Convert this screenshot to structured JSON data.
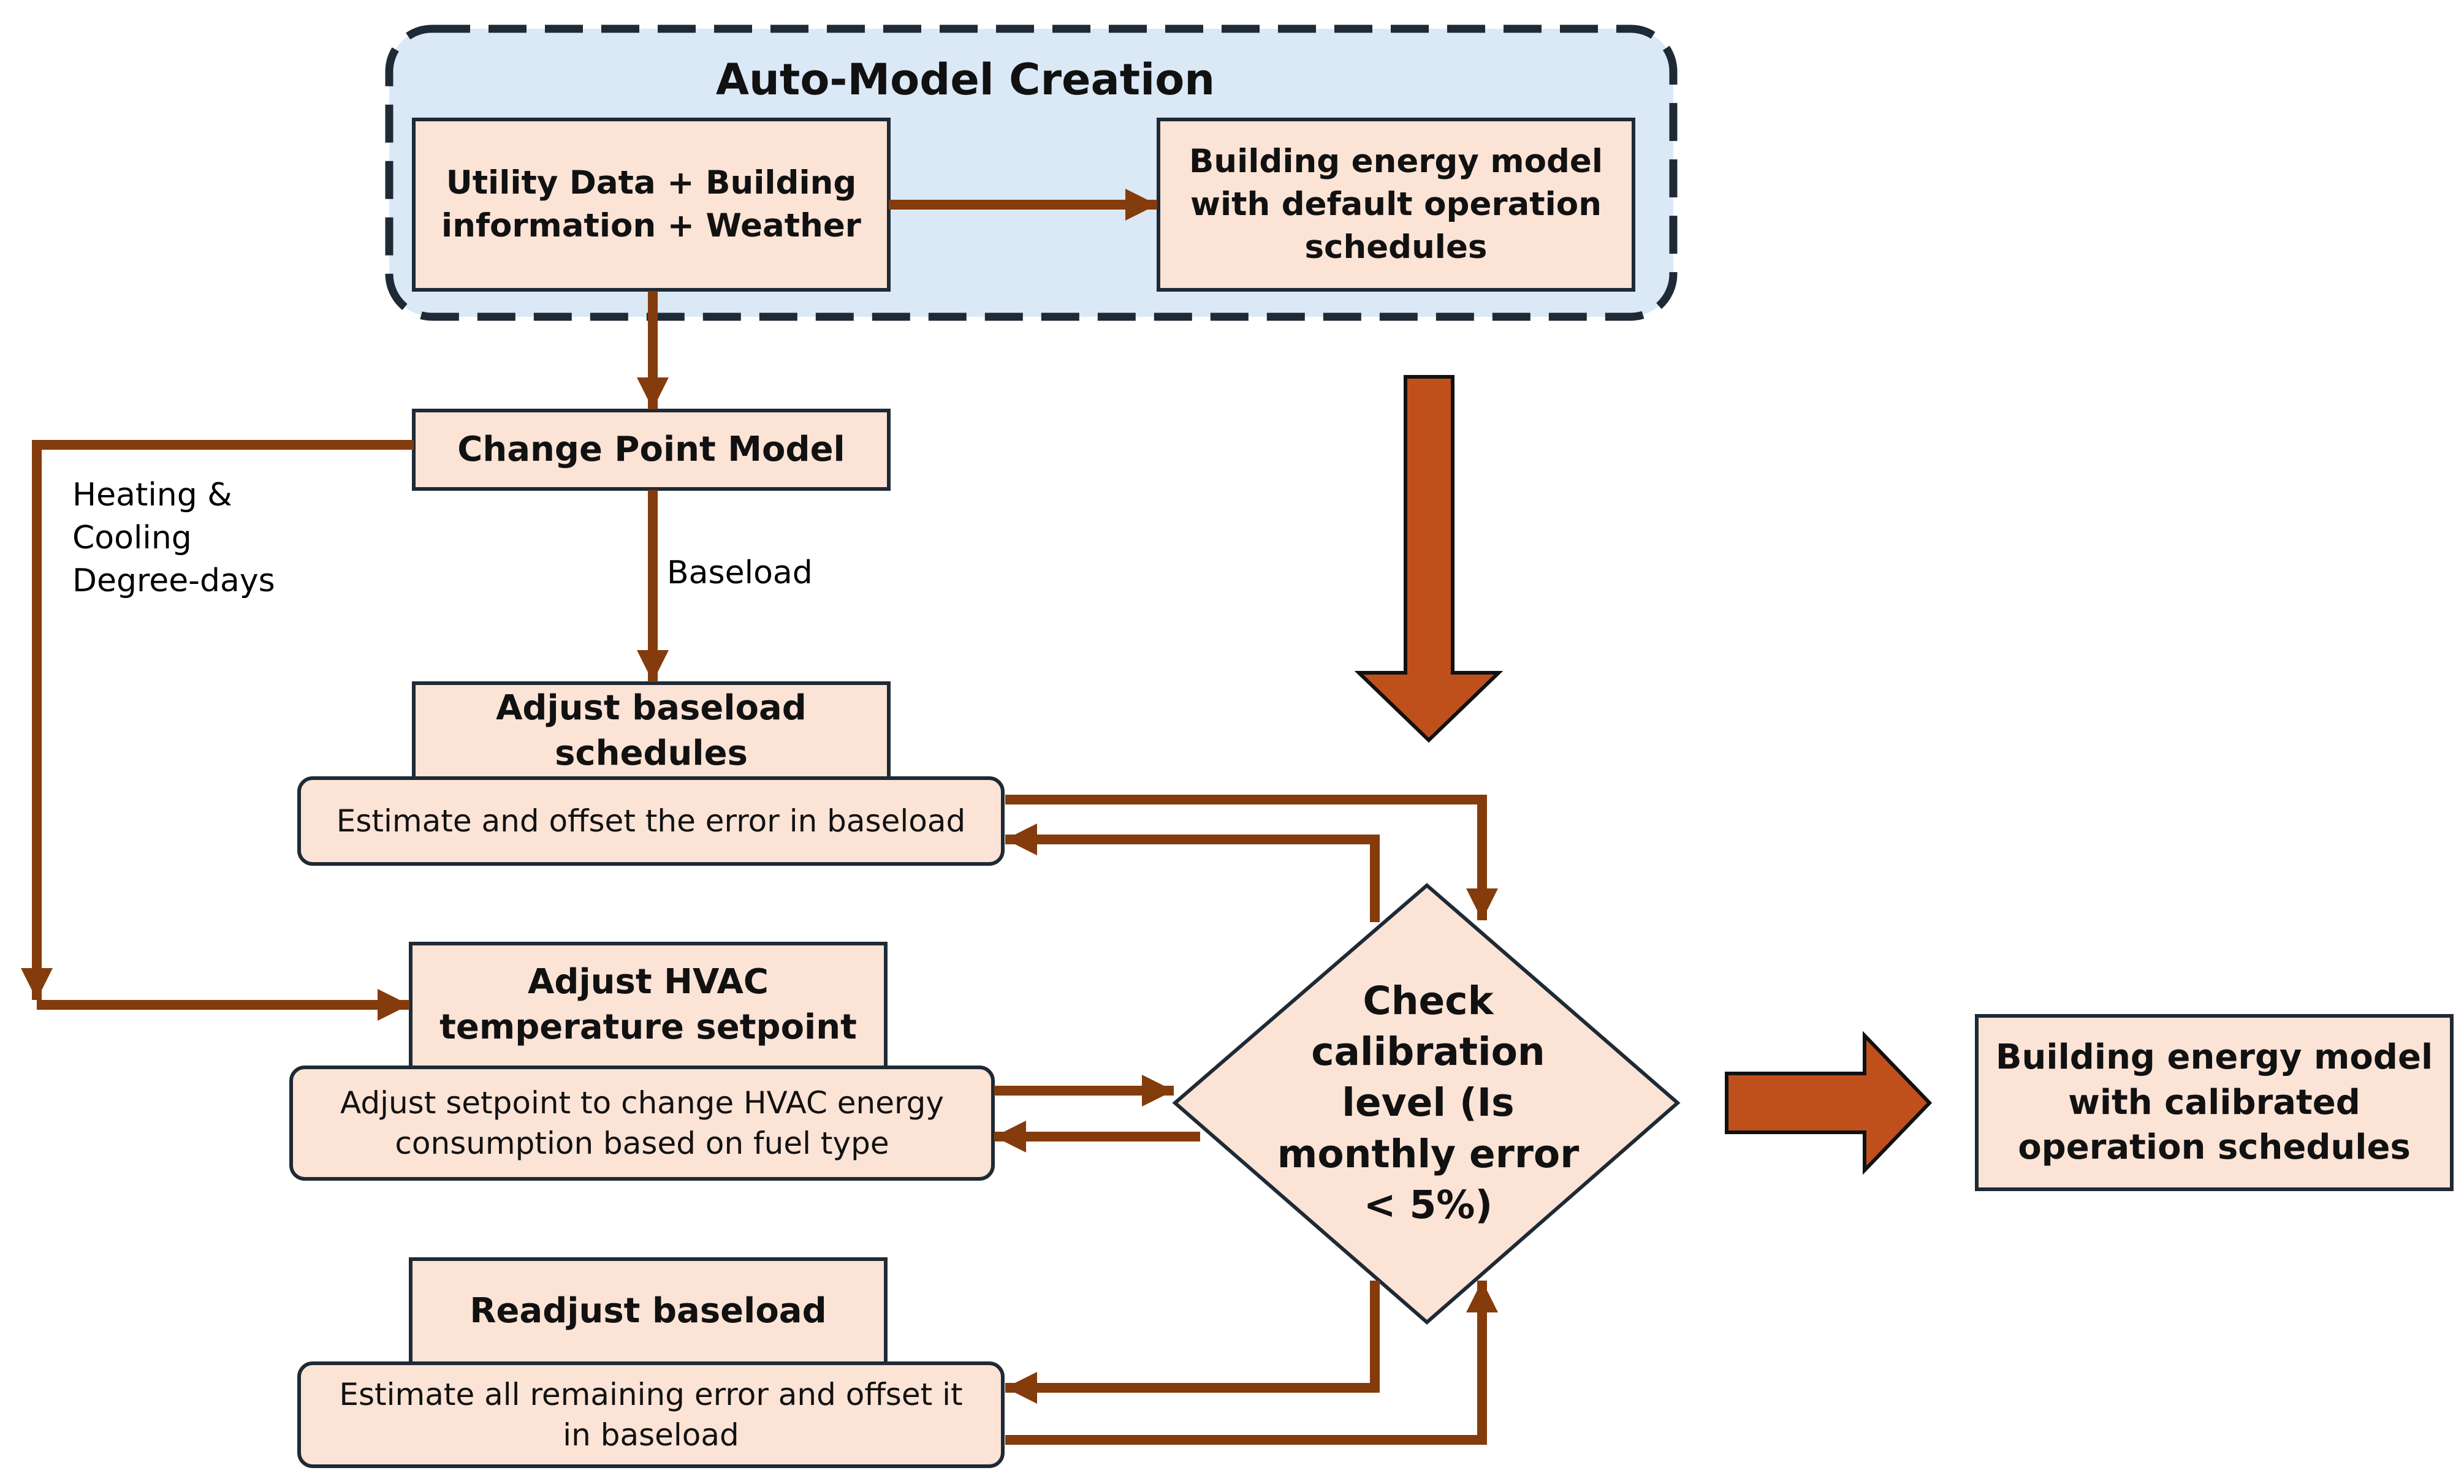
{
  "title": "Auto-Model Creation",
  "colors": {
    "box_fill": "#fbe3d6",
    "box_stroke": "#1e2a35",
    "group_fill": "#dbe8f6",
    "connector": "#843c0c",
    "big_arrow": "#c0501b"
  },
  "nodes": {
    "inputs": "Utility Data + Building information + Weather",
    "default_model": "Building energy model with default operation schedules",
    "change_point": "Change Point Model",
    "adjust_baseload_title": "Adjust baseload schedules",
    "adjust_baseload_desc": "Estimate and offset the error in baseload",
    "adjust_hvac_title": "Adjust HVAC temperature setpoint",
    "adjust_hvac_desc": "Adjust setpoint to change HVAC energy consumption based on fuel type",
    "readjust_title": "Readjust baseload",
    "readjust_desc": "Estimate all remaining error and offset it in baseload",
    "check": "Check calibration level (Is monthly error < 5%)",
    "calibrated_model": "Building energy model with calibrated operation schedules"
  },
  "labels": {
    "degree_days_line1": "Heating &",
    "degree_days_line2": "Cooling",
    "degree_days_line3": "Degree-days",
    "baseload": "Baseload"
  }
}
